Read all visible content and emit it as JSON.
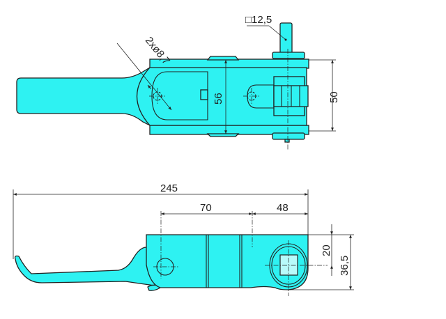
{
  "drawing": {
    "top_view": {
      "square_pin_label": "□12,5",
      "hole_label": "2xø8,7",
      "width_56": "56",
      "width_50": "50"
    },
    "side_view": {
      "overall_length": "245",
      "pivot_distance": "70",
      "end_distance": "48",
      "height_20": "20",
      "height_36_5": "36,5"
    },
    "fill_color": "#2ef2f2"
  }
}
